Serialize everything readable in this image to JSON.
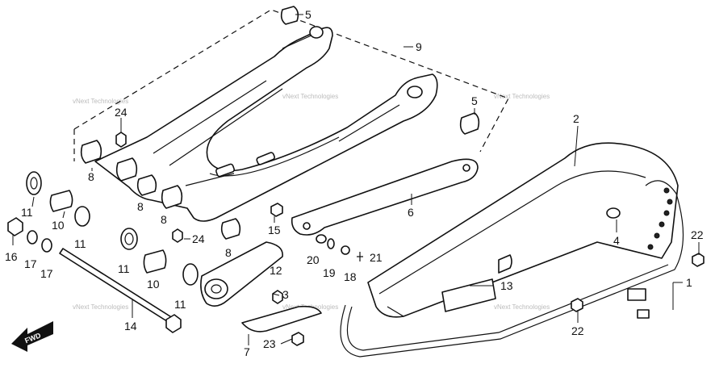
{
  "diagram": {
    "watermark": "vNext Technologies",
    "direction_label": "FWD",
    "callouts": [
      {
        "id": "c5a",
        "text": "5"
      },
      {
        "id": "c9",
        "text": "9"
      },
      {
        "id": "c5b",
        "text": "5"
      },
      {
        "id": "c24a",
        "text": "24"
      },
      {
        "id": "c2",
        "text": "2"
      },
      {
        "id": "c8a",
        "text": "8"
      },
      {
        "id": "c8b",
        "text": "8"
      },
      {
        "id": "c8c",
        "text": "8"
      },
      {
        "id": "c8d",
        "text": "8"
      },
      {
        "id": "c11a",
        "text": "11"
      },
      {
        "id": "c10a",
        "text": "10"
      },
      {
        "id": "c11b",
        "text": "11"
      },
      {
        "id": "c24b",
        "text": "24"
      },
      {
        "id": "c6",
        "text": "6"
      },
      {
        "id": "c15",
        "text": "15"
      },
      {
        "id": "c4",
        "text": "4"
      },
      {
        "id": "c22a",
        "text": "22"
      },
      {
        "id": "c16",
        "text": "16"
      },
      {
        "id": "c17a",
        "text": "17"
      },
      {
        "id": "c17b",
        "text": "17"
      },
      {
        "id": "c11c",
        "text": "11"
      },
      {
        "id": "c10b",
        "text": "10"
      },
      {
        "id": "c11d",
        "text": "11"
      },
      {
        "id": "c12",
        "text": "12"
      },
      {
        "id": "c20",
        "text": "20"
      },
      {
        "id": "c19",
        "text": "19"
      },
      {
        "id": "c18",
        "text": "18"
      },
      {
        "id": "c21",
        "text": "21"
      },
      {
        "id": "c1",
        "text": "1"
      },
      {
        "id": "c3",
        "text": "3"
      },
      {
        "id": "c13",
        "text": "13"
      },
      {
        "id": "c14",
        "text": "14"
      },
      {
        "id": "c7",
        "text": "7"
      },
      {
        "id": "c23",
        "text": "23"
      },
      {
        "id": "c22b",
        "text": "22"
      }
    ]
  }
}
